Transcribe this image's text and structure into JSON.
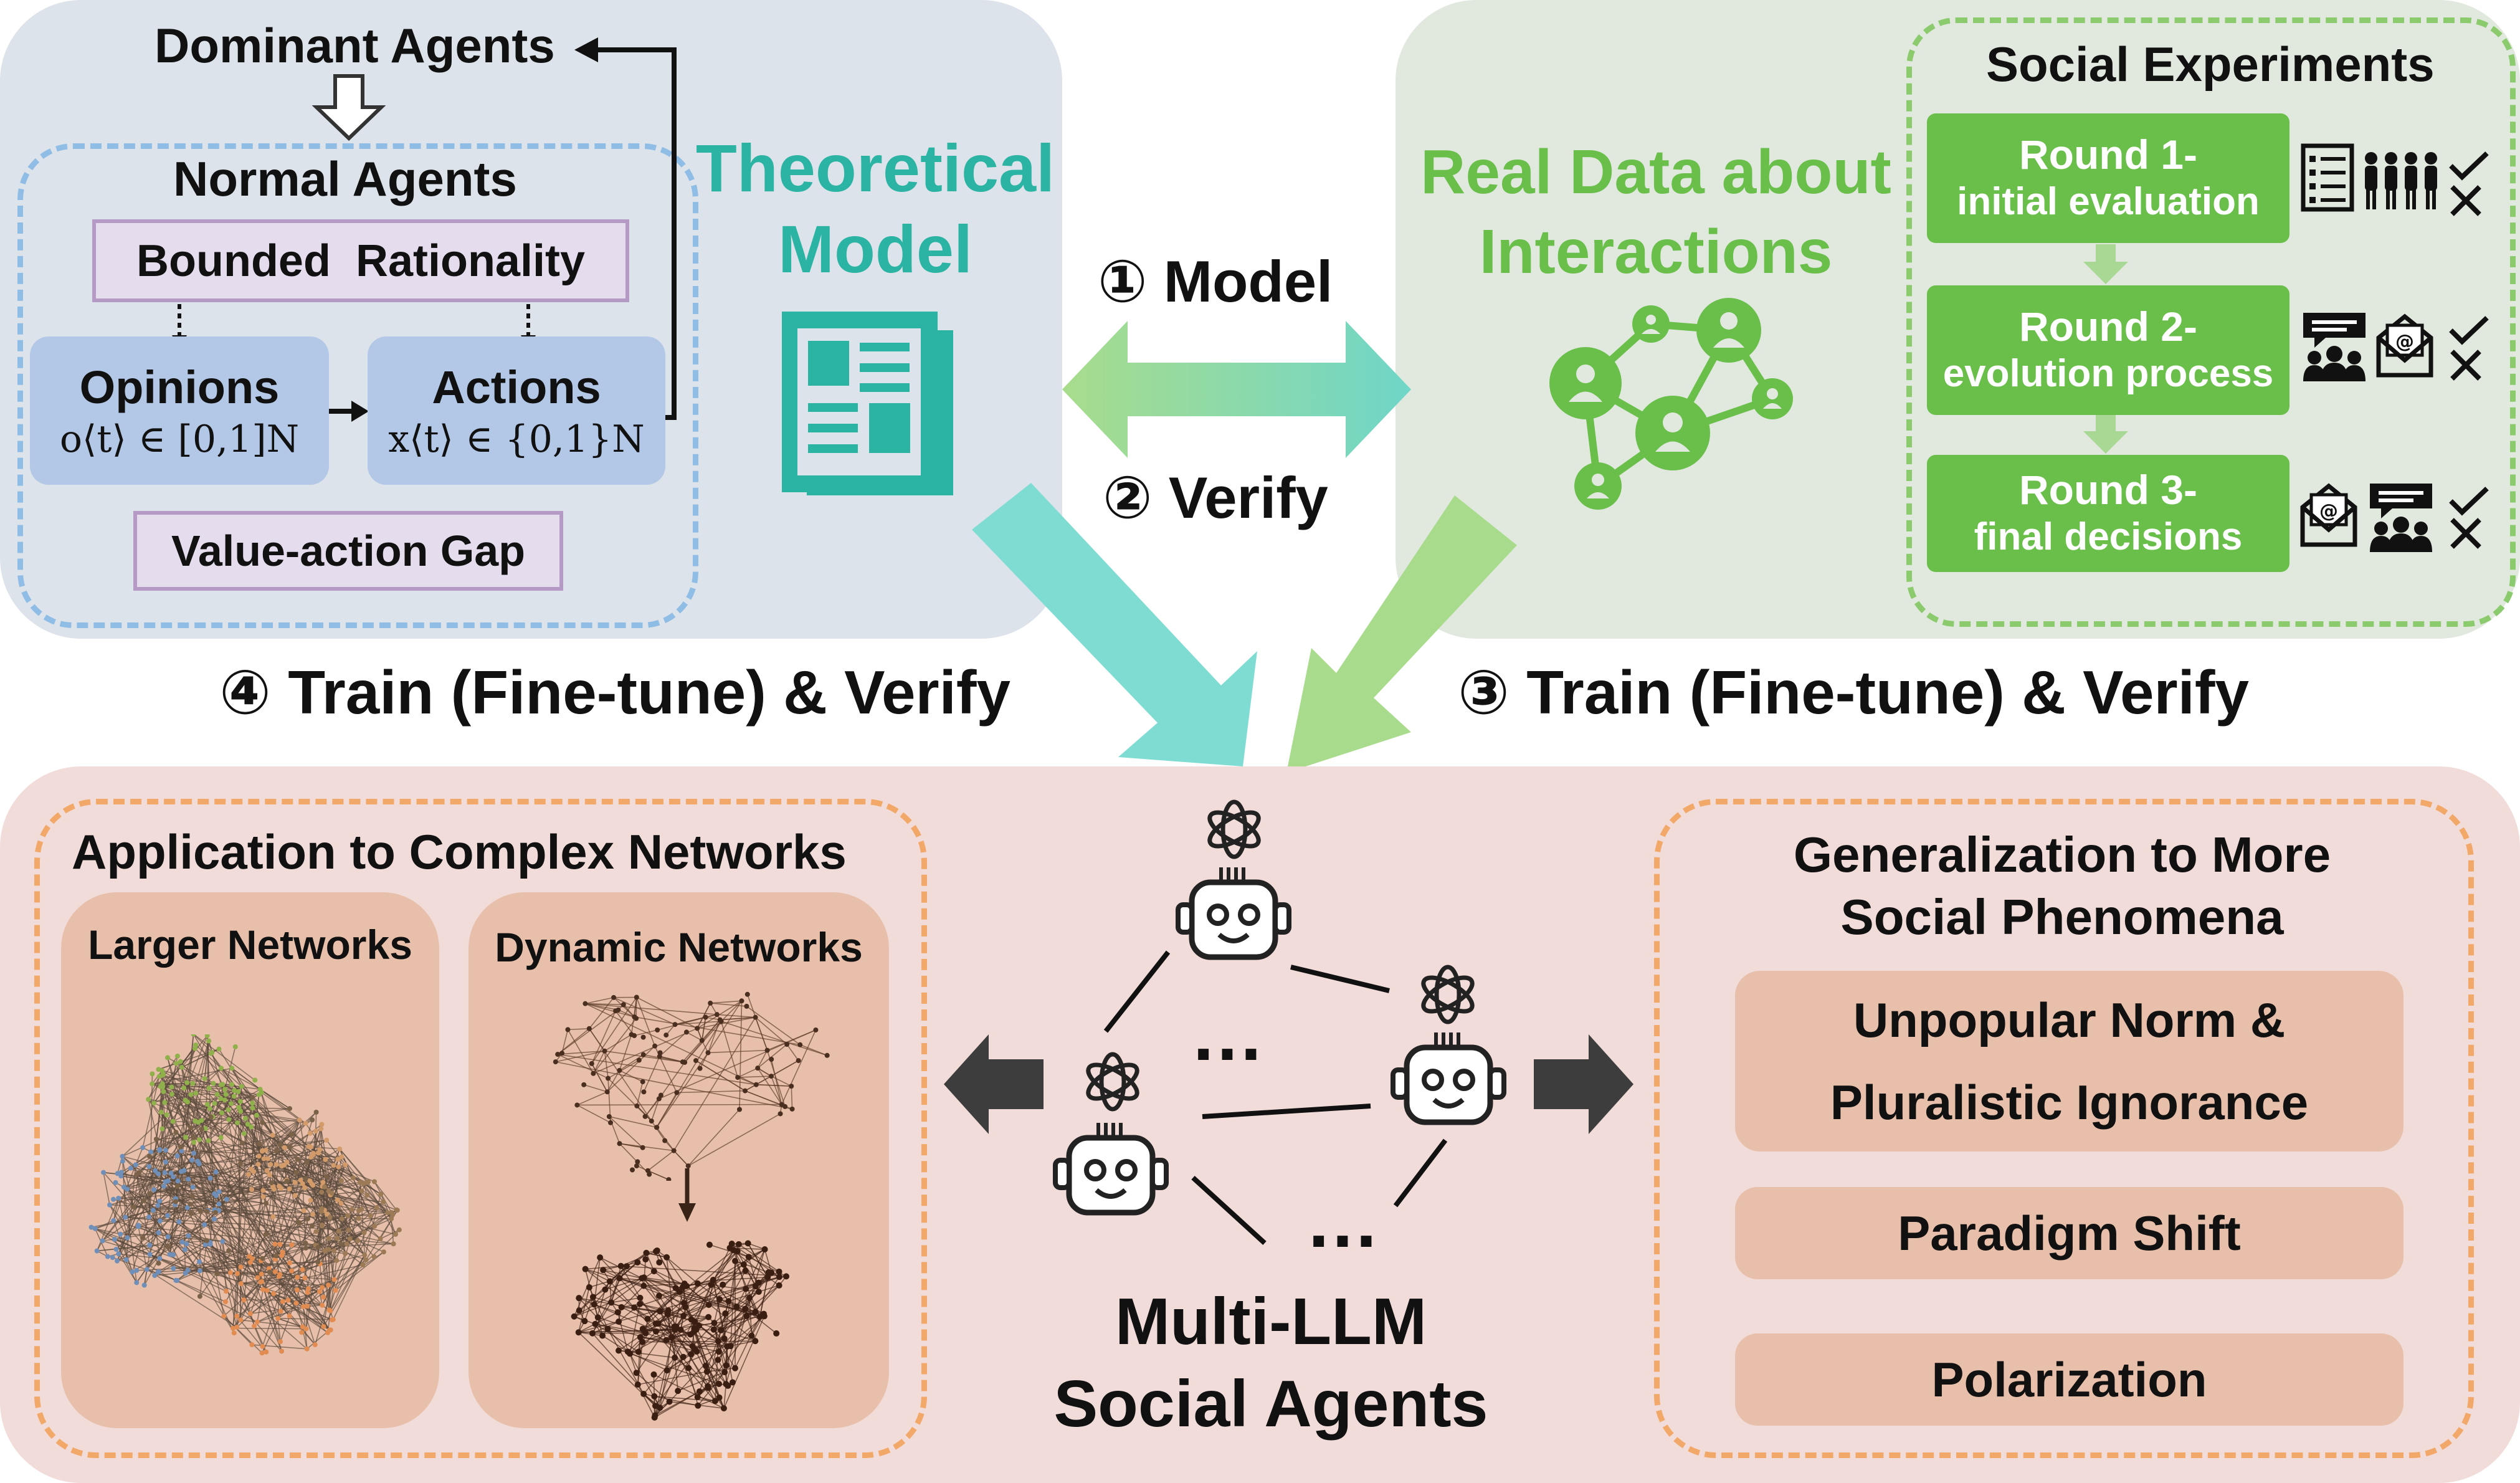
{
  "theory": {
    "dominant_agents": "Dominant Agents",
    "normal_agents": "Normal Agents",
    "bounded_rationality": "Bounded  Rationality",
    "opinions_label": "Opinions",
    "opinions_formula": "o⟨t⟩ ∈ [0,1]N",
    "actions_label": "Actions",
    "actions_formula": "x⟨t⟩ ∈ {0,1}N",
    "value_action_gap": "Value-action Gap",
    "title_line1": "Theoretical",
    "title_line2": "Model"
  },
  "real_data": {
    "title_line1": "Real Data about",
    "title_line2": "Interactions",
    "social_experiments": "Social Experiments",
    "rounds": [
      {
        "line1": "Round 1-",
        "line2": "initial evaluation"
      },
      {
        "line1": "Round 2-",
        "line2": "evolution process"
      },
      {
        "line1": "Round 3-",
        "line2": "final decisions"
      }
    ]
  },
  "steps": {
    "step1": "① Model",
    "step2": "② Verify",
    "step3": "③ Train (Fine-tune) & Verify",
    "step4": "④ Train (Fine-tune) & Verify"
  },
  "application": {
    "title": "Application to Complex Networks",
    "larger": "Larger Networks",
    "dynamic": "Dynamic Networks"
  },
  "center": {
    "ellipsis": "…",
    "title_line1": "Multi-LLM",
    "title_line2": "Social Agents"
  },
  "generalization": {
    "title_line1": "Generalization to More",
    "title_line2": "Social Phenomena",
    "item1_line1": "Unpopular Norm &",
    "item1_line2": "Pluralistic Ignorance",
    "item2": "Paradigm Shift",
    "item3": "Polarization"
  },
  "colors": {
    "theory_bg": "#dde3ea",
    "theory_teal": "#2bb3a4",
    "real_bg": "#e1e9df",
    "real_green": "#6abf4b",
    "bottom_bg": "#f1dcd9",
    "orange_dash": "#f2a869",
    "network_card": "#e8bfaa"
  },
  "icons": [
    "newspaper-icon",
    "social-network-icon",
    "checklist-icon",
    "people-group-icon",
    "chat-group-icon",
    "email-icon",
    "check-icon",
    "cross-icon",
    "llm-logo-icon",
    "robot-icon"
  ]
}
